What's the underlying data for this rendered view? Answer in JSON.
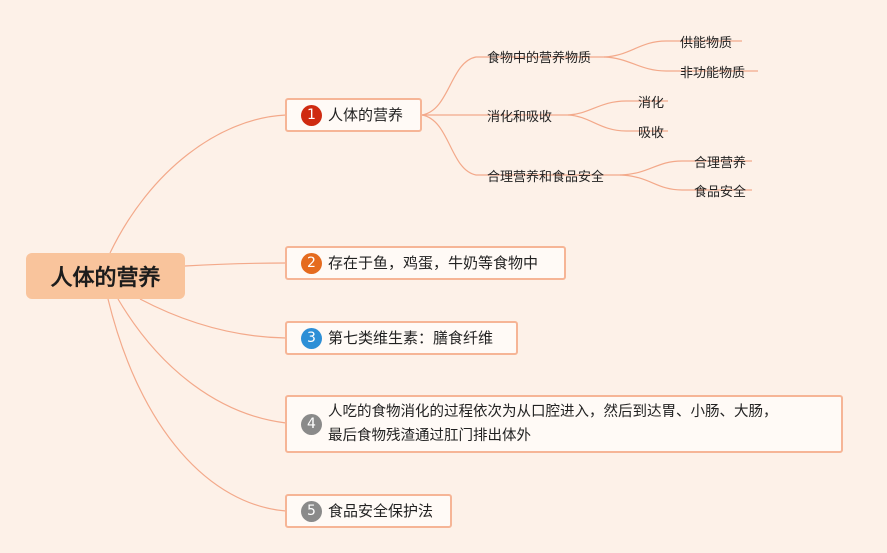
{
  "root": {
    "label": "人体的营养"
  },
  "topics": [
    {
      "num": "1",
      "label": "人体的营养",
      "badge_color": "#cf2a10"
    },
    {
      "num": "2",
      "label": "存在于鱼，鸡蛋，牛奶等食物中",
      "badge_color": "#e56b1f"
    },
    {
      "num": "3",
      "label": "第七类维生素：膳食纤维",
      "badge_color": "#2d8fd6"
    },
    {
      "num": "4",
      "label_line1": "人吃的食物消化的过程依次为从口腔进入，然后到达胃、小肠、大肠，",
      "label_line2": "最后食物残渣通过肛门排出体外",
      "badge_color": "#8a8a8a"
    },
    {
      "num": "5",
      "label": "食品安全保护法",
      "badge_color": "#8a8a8a"
    }
  ],
  "subtopics": [
    {
      "label": "食物中的营养物质",
      "children": [
        "供能物质",
        "非功能物质"
      ]
    },
    {
      "label": "消化和吸收",
      "children": [
        "消化",
        "吸收"
      ]
    },
    {
      "label": "合理营养和食品安全",
      "children": [
        "合理营养",
        "食品安全"
      ]
    }
  ],
  "colors": {
    "background": "#fdf1e8",
    "line": "#f3a98a",
    "root_fill": "#f9c49c",
    "topic_border": "#f6b596"
  }
}
